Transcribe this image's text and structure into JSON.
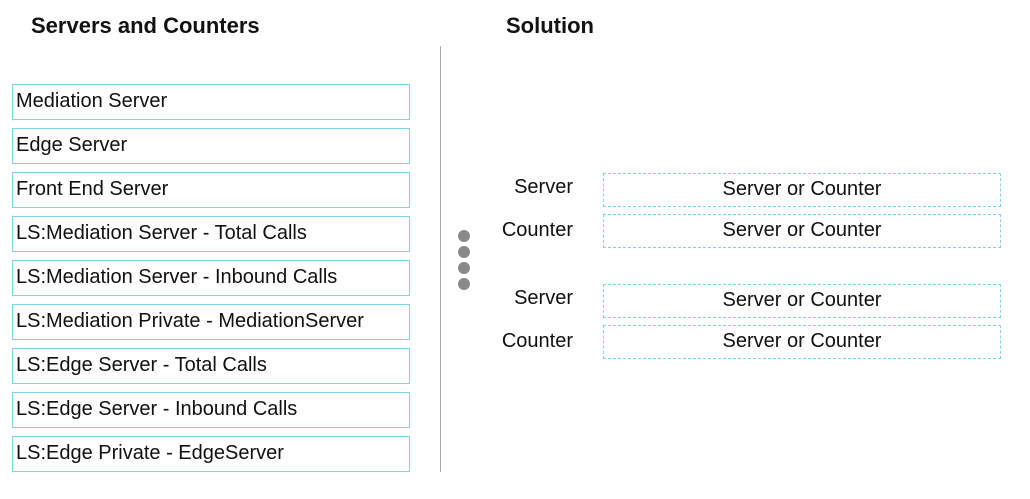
{
  "headings": {
    "left": "Servers and Counters",
    "right": "Solution"
  },
  "source_items": [
    "Mediation Server",
    "Edge Server",
    "Front End Server",
    "LS:Mediation Server - Total Calls",
    "LS:Mediation Server - Inbound Calls",
    "LS:Mediation Private - MediationServer",
    "LS:Edge Server - Total Calls",
    "LS:Edge Server - Inbound Calls",
    "LS:Edge Private - EdgeServer"
  ],
  "handle_icon": "vertical-dots-drag-handle-icon",
  "solution_rows": [
    {
      "label": "Server",
      "placeholder": "Server or Counter"
    },
    {
      "label": "Counter",
      "placeholder": "Server or Counter"
    },
    {
      "label": "Server",
      "placeholder": "Server or Counter"
    },
    {
      "label": "Counter",
      "placeholder": "Server or Counter"
    }
  ],
  "colors": {
    "box_border": "#7fd3e6",
    "divider": "#a8a8a8",
    "handle_dots": "#8a8a8a"
  }
}
